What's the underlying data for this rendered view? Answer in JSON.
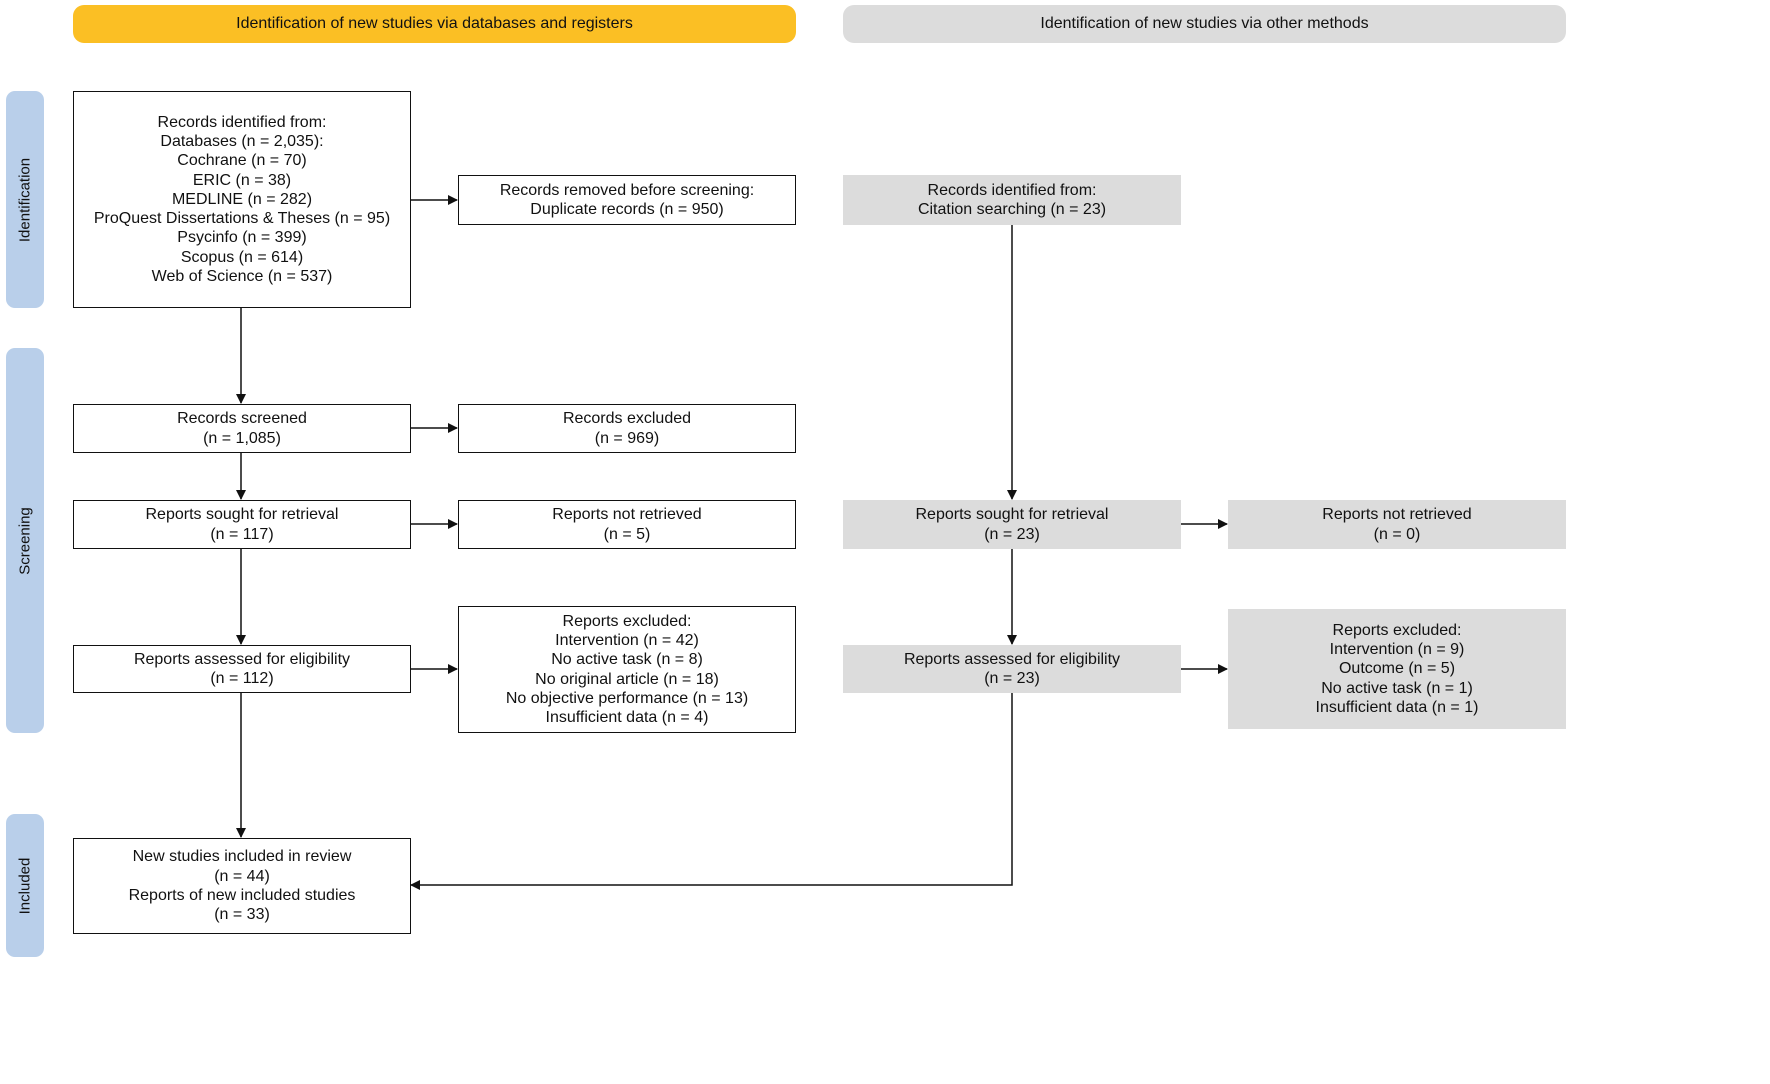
{
  "headers": {
    "left": "Identification of new studies via databases and registers",
    "right": "Identification of new studies via other methods"
  },
  "stages": {
    "identification": "Identification",
    "screening": "Screening",
    "included": "Included"
  },
  "databases": {
    "records_identified": {
      "lines": [
        "Records identified from:",
        "Databases (n = 2,035):",
        "Cochrane (n = 70)",
        "ERIC (n = 38)",
        "MEDLINE (n = 282)",
        "ProQuest Dissertations & Theses (n = 95)",
        "Psycinfo (n = 399)",
        "Scopus (n = 614)",
        "Web of Science (n = 537)"
      ]
    },
    "records_removed": {
      "lines": [
        "Records removed before screening:",
        "Duplicate records (n = 950)"
      ]
    },
    "records_screened": {
      "lines": [
        "Records screened",
        "(n = 1,085)"
      ]
    },
    "records_excluded": {
      "lines": [
        "Records excluded",
        "(n = 969)"
      ]
    },
    "reports_sought": {
      "lines": [
        "Reports sought for retrieval",
        "(n = 117)"
      ]
    },
    "reports_not_retrieved": {
      "lines": [
        "Reports not retrieved",
        "(n = 5)"
      ]
    },
    "reports_assessed": {
      "lines": [
        "Reports assessed for eligibility",
        "(n = 112)"
      ]
    },
    "reports_excluded": {
      "lines": [
        "Reports excluded:",
        "Intervention (n = 42)",
        "No active task (n = 8)",
        "No original article (n = 18)",
        "No objective performance (n = 13)",
        "Insufficient data (n = 4)"
      ]
    },
    "included": {
      "lines": [
        "New studies included in review",
        "(n = 44)",
        "Reports of new included studies",
        "(n = 33)"
      ]
    }
  },
  "other_methods": {
    "records_identified": {
      "lines": [
        "Records identified from:",
        "Citation searching (n = 23)"
      ]
    },
    "reports_sought": {
      "lines": [
        "Reports sought for retrieval",
        "(n = 23)"
      ]
    },
    "reports_not_retrieved": {
      "lines": [
        "Reports not retrieved",
        "(n = 0)"
      ]
    },
    "reports_assessed": {
      "lines": [
        "Reports assessed for eligibility",
        "(n = 23)"
      ]
    },
    "reports_excluded": {
      "lines": [
        "Reports excluded:",
        "Intervention (n = 9)",
        "Outcome (n = 5)",
        "No active task (n = 1)",
        "Insufficient data (n = 1)"
      ]
    }
  },
  "colors": {
    "left_header": "#fbbf24",
    "right_header": "#dcdcdc",
    "stage_label": "#b9cfea",
    "grey_box": "#dcdcdc",
    "line": "#111111"
  }
}
